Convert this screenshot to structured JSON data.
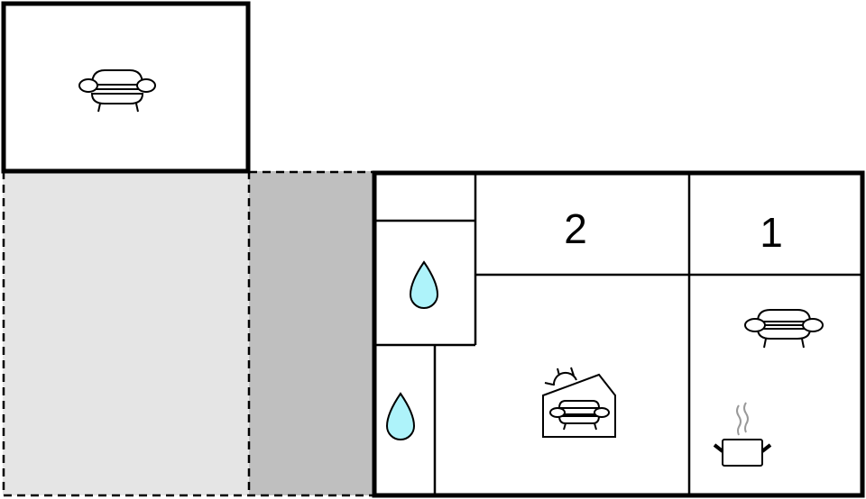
{
  "floorplan": {
    "colors": {
      "wall": "#000000",
      "background": "#ffffff",
      "terrace_light": "#e5e5e5",
      "terrace_dark": "#bfbfbf",
      "water_drop_fill": "#aef3fa",
      "steam": "#999999"
    },
    "rooms": [
      {
        "id": "annex",
        "label": "",
        "icons": [
          "sofa-icon"
        ]
      },
      {
        "id": "terrace-open",
        "label": "",
        "icons": []
      },
      {
        "id": "terrace-covered",
        "label": "",
        "icons": []
      },
      {
        "id": "entry-small",
        "label": "",
        "icons": []
      },
      {
        "id": "bathroom-1",
        "label": "",
        "icons": [
          "water-drop-icon"
        ]
      },
      {
        "id": "bathroom-2",
        "label": "",
        "icons": [
          "water-drop-icon"
        ]
      },
      {
        "id": "bedroom-2",
        "label": "2",
        "icons": []
      },
      {
        "id": "bedroom-1",
        "label": "1",
        "icons": []
      },
      {
        "id": "sunroom",
        "label": "",
        "icons": [
          "sunroom-sofa-icon"
        ]
      },
      {
        "id": "living-kitchen",
        "label": "",
        "icons": [
          "sofa-icon",
          "cooking-pot-icon"
        ]
      }
    ],
    "labels": {
      "bedroom_2": "2",
      "bedroom_1": "1"
    }
  }
}
